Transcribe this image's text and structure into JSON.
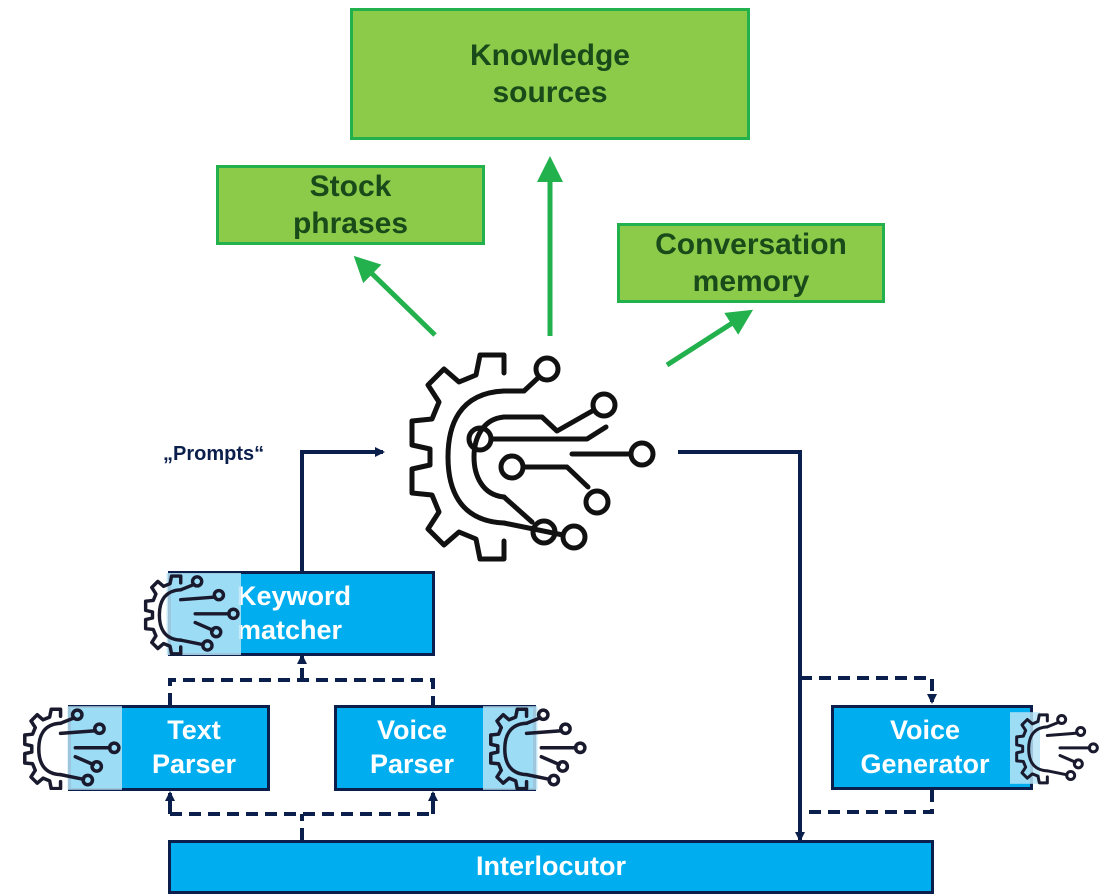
{
  "nodes": {
    "knowledge_sources": "Knowledge\nsources",
    "stock_phrases": "Stock\nphrases",
    "conversation_memory": "Conversation\nmemory",
    "keyword_matcher": "Keyword\nmatcher",
    "text_parser": "Text\nParser",
    "voice_parser": "Voice\nParser",
    "voice_generator": "Voice\nGenerator",
    "interlocutor": "Interlocutor"
  },
  "edge_labels": {
    "prompts": "„Prompts“"
  },
  "colors": {
    "green_fill": "#8ccb4a",
    "green_border": "#22b14c",
    "blue_fill": "#00aeef",
    "navy": "#0b1f4d"
  },
  "icons": [
    "ai-gear-circuit-icon"
  ]
}
